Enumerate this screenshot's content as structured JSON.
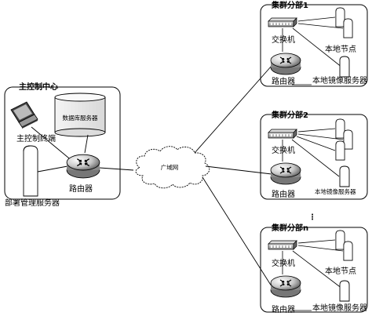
{
  "main_center": {
    "title": "主控制中心",
    "terminal": "主控制终端",
    "db_server": "数据库服务器",
    "deploy_server": "部署管理服务器",
    "router": "路由器"
  },
  "wan": "广域网",
  "clusters": [
    {
      "title_prefix": "集群分部",
      "title_num": "1",
      "switch": "交换机",
      "router": "路由器",
      "local_nodes": "本地节点",
      "mirror": "本地镜像服务器"
    },
    {
      "title_prefix": "集群分部",
      "title_num": "2",
      "switch": "交换机",
      "router": "路由器",
      "local_nodes": "",
      "mirror": "本地镜像服务器"
    },
    {
      "title_prefix": "集群分部",
      "title_num": "n",
      "switch": "交换机",
      "router": "路由器",
      "local_nodes": "本地节点",
      "mirror": "本地镜像服务器"
    }
  ],
  "ellipsis": "⋮"
}
